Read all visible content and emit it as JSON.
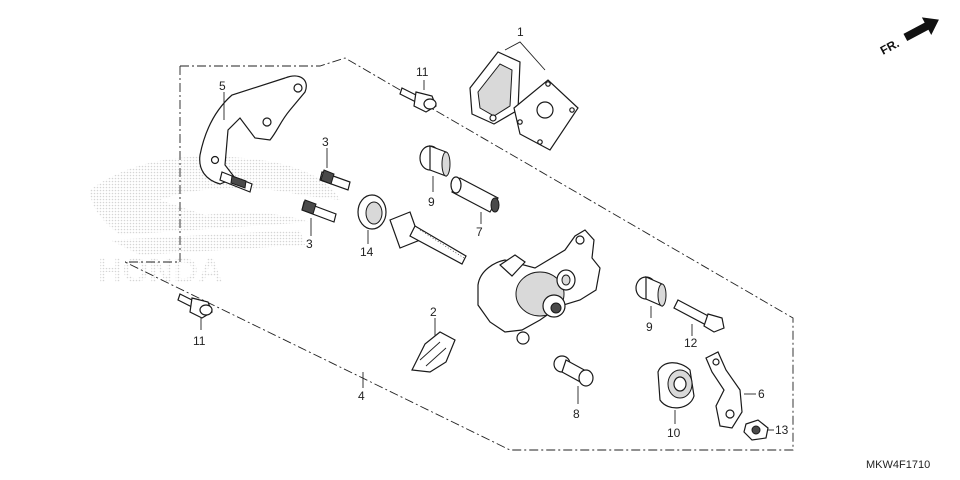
{
  "direction_label": "FR.",
  "drawing_code": "MKW4F1710",
  "watermark_text": "HONDA",
  "callouts": {
    "pad_set": "1",
    "pad_spring": "2",
    "bolt_3a": "3",
    "bolt_3b": "3",
    "caliper_assembly": "4",
    "caliper_bracket": "5",
    "stay": "6",
    "slide_pin": "7",
    "bleeder_screw": "8",
    "boot_9a": "9",
    "boot_9b": "9",
    "piston": "10",
    "bolt_11a": "11",
    "bolt_11b": "11",
    "bolt_12": "12",
    "nut_13": "13",
    "piston_seal": "14"
  }
}
